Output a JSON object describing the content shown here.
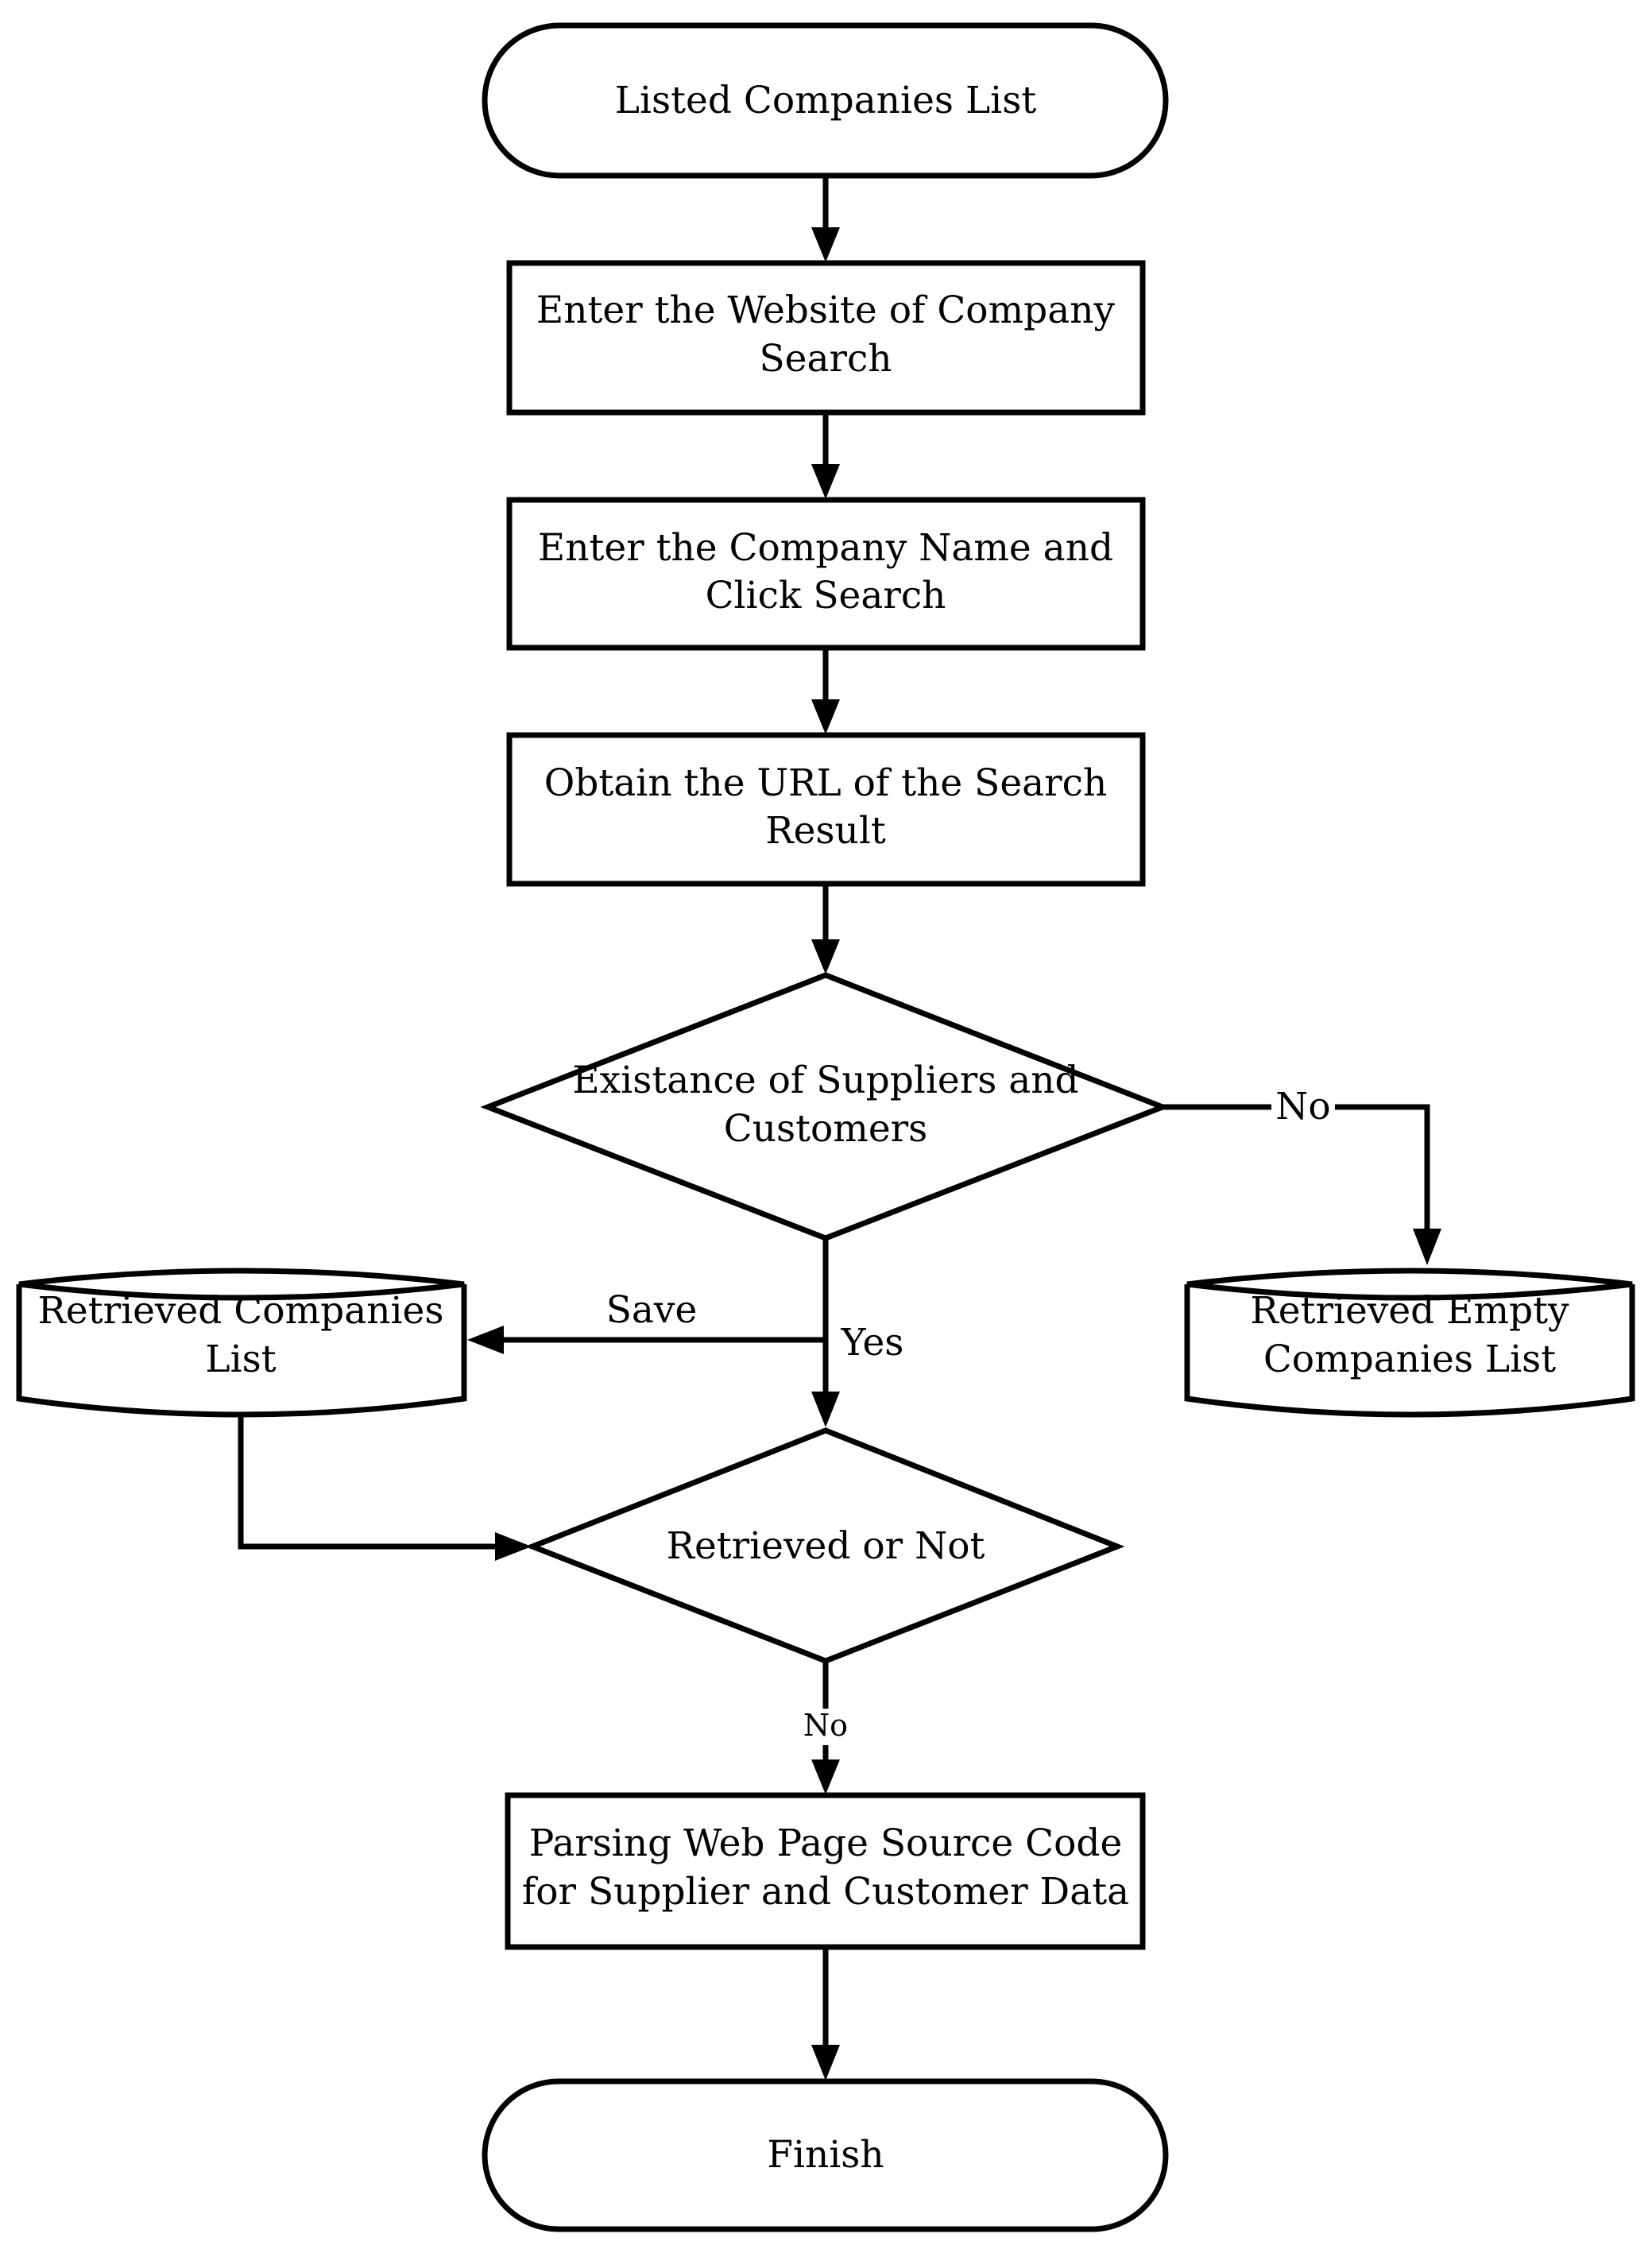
{
  "nodes": {
    "start": "Listed Companies List",
    "step1": [
      "Enter the Website of Company",
      "Search"
    ],
    "step2": [
      "Enter the Company Name and",
      "Click Search"
    ],
    "step3": [
      "Obtain the URL of the Search",
      "Result"
    ],
    "decision1": [
      "Existance of Suppliers and",
      "Customers"
    ],
    "store_retrieved": [
      "Retrieved Companies",
      "List"
    ],
    "store_empty": [
      "Retrieved Empty",
      "Companies List"
    ],
    "decision2": "Retrieved or Not",
    "step4": [
      "Parsing Web Page Source Code",
      "for Supplier and Customer Data"
    ],
    "finish": "Finish"
  },
  "edges": {
    "no_right": "No",
    "save": "Save",
    "yes": "Yes",
    "no_down": "No"
  }
}
